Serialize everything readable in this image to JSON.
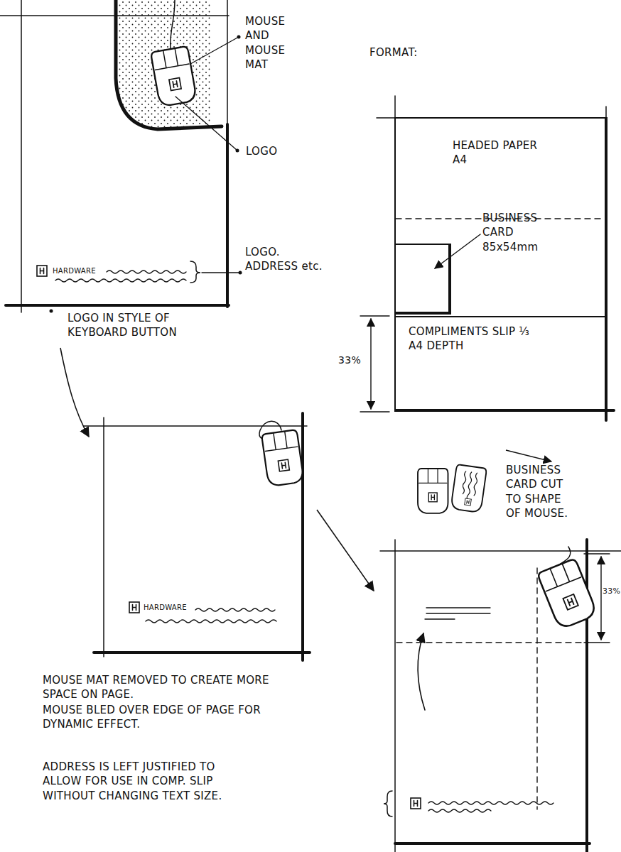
{
  "diagram": {
    "nodes": [
      {
        "text": [
          "HEADED PAPER A4"
        ]
      },
      {
        "text": [
          "BUSINESS CARD 85x54mm"
        ],
        "in": 0
      },
      {
        "text": [
          "COMPLIMENTS SLIP ⅓ A4 DEPTH"
        ],
        "in": 0
      }
    ],
    "labels": [
      "MOUSE AND MOUSE MAT",
      "LOGO",
      "HARDWARE",
      "LOGO. ADDRESS etc.",
      "LOGO IN STYLE OF KEYBOARD BUTTON",
      "FORMAT:",
      "33%",
      "HARDWARE",
      "BUSINESS CARD CUT TO SHAPE OF MOUSE.",
      "33%",
      "MOUSE MAT REMOVED TO CREATE MORE SPACE ON PAGE.",
      "MOUSE BLED OVER EDGE OF PAGE FOR DYNAMIC EFFECT.",
      "ADDRESS IS LEFT JUSTIFIED TO ALLOW FOR USE IN COMP. SLIP WITHOUT CHANGING TEXT SIZE."
    ]
  }
}
